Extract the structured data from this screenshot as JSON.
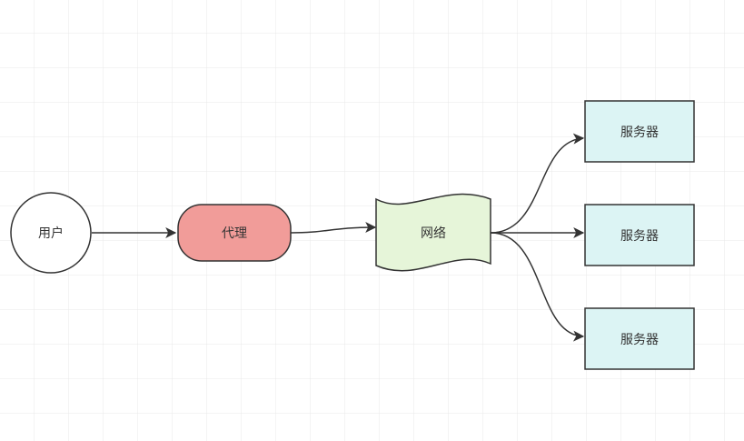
{
  "diagram": {
    "nodes": {
      "user": {
        "label": "用户",
        "fill": "#ffffff",
        "stroke": "#333333"
      },
      "proxy": {
        "label": "代理",
        "fill": "#f19c99",
        "stroke": "#333333"
      },
      "network": {
        "label": "网络",
        "fill": "#e6f5d9",
        "stroke": "#333333"
      },
      "server_1": {
        "label": "服务器",
        "fill": "#dcf4f4",
        "stroke": "#333333"
      },
      "server_2": {
        "label": "服务器",
        "fill": "#dcf4f4",
        "stroke": "#333333"
      },
      "server_3": {
        "label": "服务器",
        "fill": "#dcf4f4",
        "stroke": "#333333"
      }
    },
    "edges": [
      {
        "from": "user",
        "to": "proxy"
      },
      {
        "from": "proxy",
        "to": "network"
      },
      {
        "from": "network",
        "to": "server_1"
      },
      {
        "from": "network",
        "to": "server_2"
      },
      {
        "from": "network",
        "to": "server_3"
      }
    ],
    "colors": {
      "grid_line": "#e9e9e9",
      "edge": "#333333"
    }
  }
}
